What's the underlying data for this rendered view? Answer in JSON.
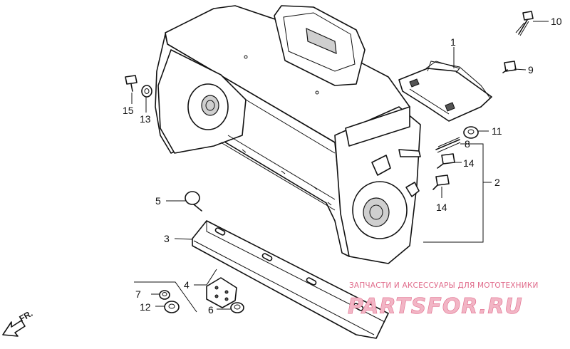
{
  "diagram": {
    "part_labels": {
      "p1": "1",
      "p2": "2",
      "p3": "3",
      "p4": "4",
      "p5": "5",
      "p6": "6",
      "p7": "7",
      "p8": "8",
      "p9": "9",
      "p10": "10",
      "p11": "11",
      "p12": "12",
      "p13": "13",
      "p14a": "14",
      "p14b": "14",
      "p15": "15"
    },
    "direction_label": "FR."
  },
  "watermark": {
    "tagline": "ЗАПЧАСТИ И АКСЕССУАРЫ ДЛЯ МОТОТЕХНИКИ",
    "brand": "PARTSFOR.RU"
  }
}
